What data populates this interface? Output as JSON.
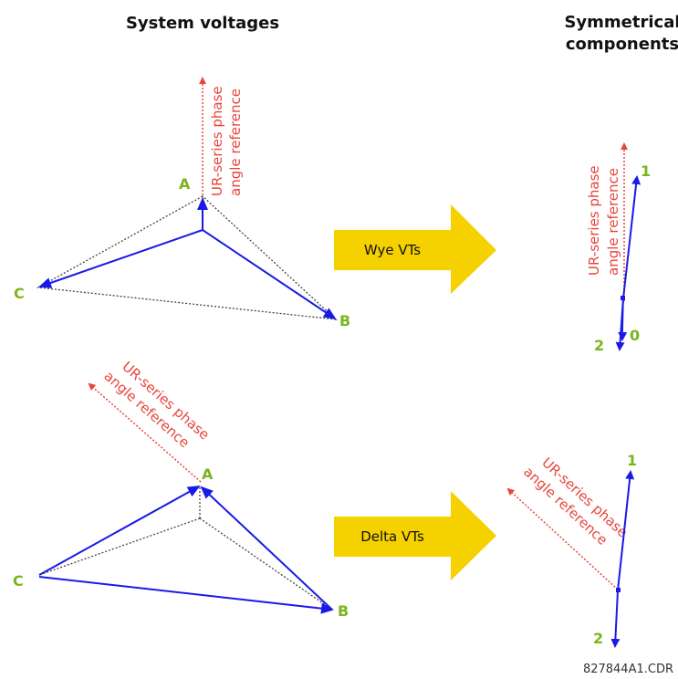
{
  "headers": {
    "system_voltages": "System voltages",
    "symmetrical_line1": "Symmetrical",
    "symmetrical_line2": "components"
  },
  "reference": {
    "line1": "UR-series phase",
    "line2": "angle reference"
  },
  "arrows": {
    "wye": "Wye VTs",
    "delta": "Delta VTs"
  },
  "phases": {
    "a": "A",
    "b": "B",
    "c": "C"
  },
  "components": {
    "one": "1",
    "two": "2",
    "zero": "0"
  },
  "figure_code": "827844A1.CDR",
  "colors": {
    "phasor": "#1a1ae6",
    "reference": "#e8453c",
    "label_green": "#7ab51d",
    "big_arrow": "#f5d100",
    "dotted": "#444444"
  }
}
